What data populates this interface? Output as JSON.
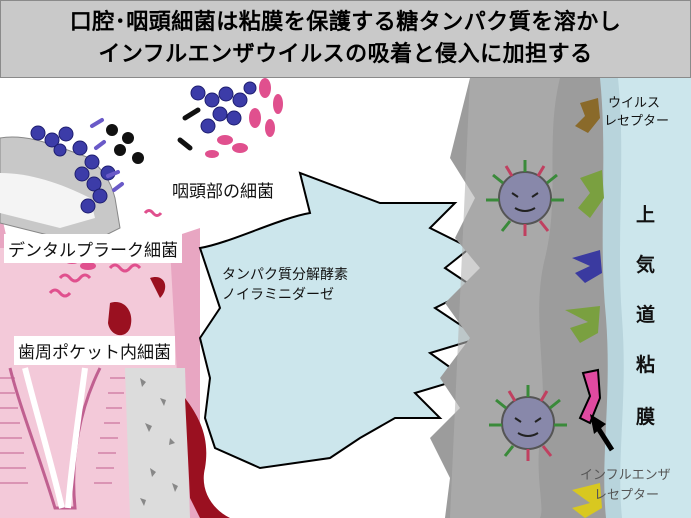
{
  "title": {
    "line1": "口腔･咽頭細菌は粘膜を保護する糖タンパク質を溶かし",
    "line2": "インフルエンザウイルスの吸着と侵入に加担する"
  },
  "labels": {
    "pharyngeal_bacteria": "咽頭部の細菌",
    "dental_plaque": "デンタルプラーク細菌",
    "periodontal_pocket": "歯周ポケット内細菌",
    "enzyme_line1": "タンパク質分解酵素",
    "enzyme_line2": "ノイラミニダーゼ",
    "virus_receptor_line1": "ウイルス",
    "virus_receptor_line2": "レセプター",
    "influenza_receptor_line1": "インフルエンザ",
    "influenza_receptor_line2": "レセプター"
  },
  "mucosa_chars": [
    "上",
    "気",
    "道",
    "粘",
    "膜"
  ],
  "colors": {
    "title_bg": "#c9c9c9",
    "enzyme_bg": "#cce6ec",
    "gum_pink": "#e8a6c2",
    "bacteria_blue": "#3c3ca8",
    "bacteria_pink": "#e0508e",
    "blood_red": "#9a1020",
    "epithelium_gray": "#9c9c9c",
    "receptor_brown": "#8a6a2a",
    "receptor_green": "#7aa040",
    "receptor_blue": "#3a3aa0",
    "receptor_pink": "#e04aa0",
    "receptor_yellow": "#d8c820"
  }
}
